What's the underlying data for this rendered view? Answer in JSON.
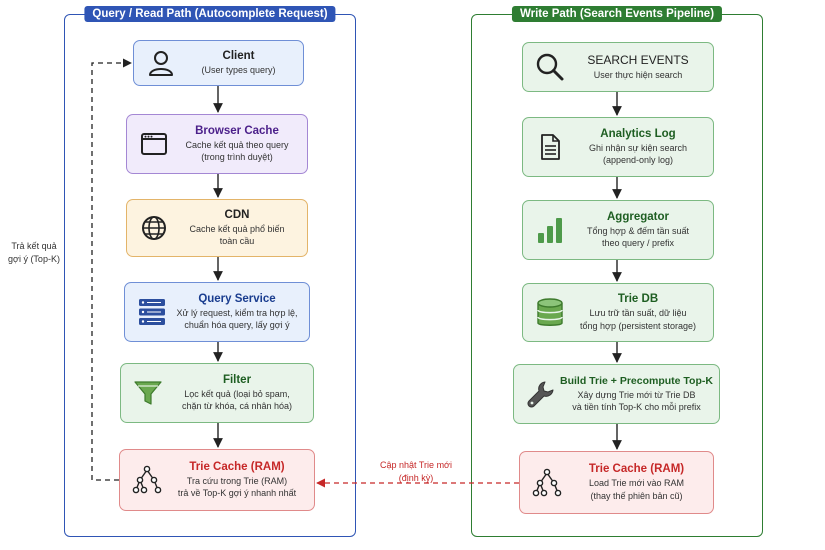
{
  "read_path": {
    "title": "Query / Read Path (Autocomplete Request)",
    "nodes": [
      {
        "title": "Client",
        "desc": [
          "(User types query)"
        ],
        "icon": "user-icon"
      },
      {
        "title": "Browser Cache",
        "desc": [
          "Cache kết quả theo query",
          "(trong trình duyệt)"
        ],
        "icon": "browser-window-icon"
      },
      {
        "title": "CDN",
        "desc": [
          "Cache kết quả phổ biến",
          "toàn cầu"
        ],
        "icon": "globe-icon"
      },
      {
        "title": "Query Service",
        "desc": [
          "Xử lý request, kiểm tra hợp lệ,",
          "chuẩn hóa query, lấy gợi ý"
        ],
        "icon": "server-icon"
      },
      {
        "title": "Filter",
        "desc": [
          "Lọc kết quả (loại bỏ spam,",
          "chặn từ khóa, cá nhân hóa)"
        ],
        "icon": "funnel-icon"
      },
      {
        "title": "Trie Cache (RAM)",
        "desc": [
          "Tra cứu trong Trie (RAM)",
          "trả về Top-K gợi ý nhanh nhất"
        ],
        "icon": "tree-icon"
      }
    ],
    "return_label": [
      "Trả kết quả",
      "gợi ý (Top-K)"
    ]
  },
  "write_path": {
    "title": "Write Path (Search Events Pipeline)",
    "nodes": [
      {
        "title": "SEARCH EVENTS",
        "desc": [
          "User thực hiện search"
        ],
        "icon": "magnifier-icon"
      },
      {
        "title": "Analytics Log",
        "desc": [
          "Ghi nhận sự kiện search",
          "(append-only log)"
        ],
        "icon": "document-icon"
      },
      {
        "title": "Aggregator",
        "desc": [
          "Tổng hợp & đếm tần suất",
          "theo query / prefix"
        ],
        "icon": "bar-chart-icon"
      },
      {
        "title": "Trie DB",
        "desc": [
          "Lưu trữ tần suất, dữ liệu",
          "tổng hợp (persistent storage)"
        ],
        "icon": "database-icon"
      },
      {
        "title": "Build Trie + Precompute Top-K",
        "desc": [
          "Xây dựng Trie mới từ Trie DB",
          "và tiền tính Top-K cho mỗi prefix"
        ],
        "icon": "wrench-icon"
      },
      {
        "title": "Trie Cache (RAM)",
        "desc": [
          "Load Trie mới vào RAM",
          "(thay thế phiên bản cũ)"
        ],
        "icon": "tree-icon"
      }
    ]
  },
  "update_label": [
    "Cập nhật Trie mới",
    "(định kỳ)"
  ],
  "colors": {
    "blue_border": "#2f55b5",
    "green_border": "#2e7d32",
    "node_blue": "#e8f0fc",
    "node_purple": "#f1ebfb",
    "node_orange": "#fdf3e0",
    "node_green": "#e9f4ea",
    "node_red": "#fdecec",
    "red": "#c62828",
    "dark_blue": "#1a3d8f",
    "purple_text": "#4b1f8a",
    "green_text": "#1e5e22"
  }
}
